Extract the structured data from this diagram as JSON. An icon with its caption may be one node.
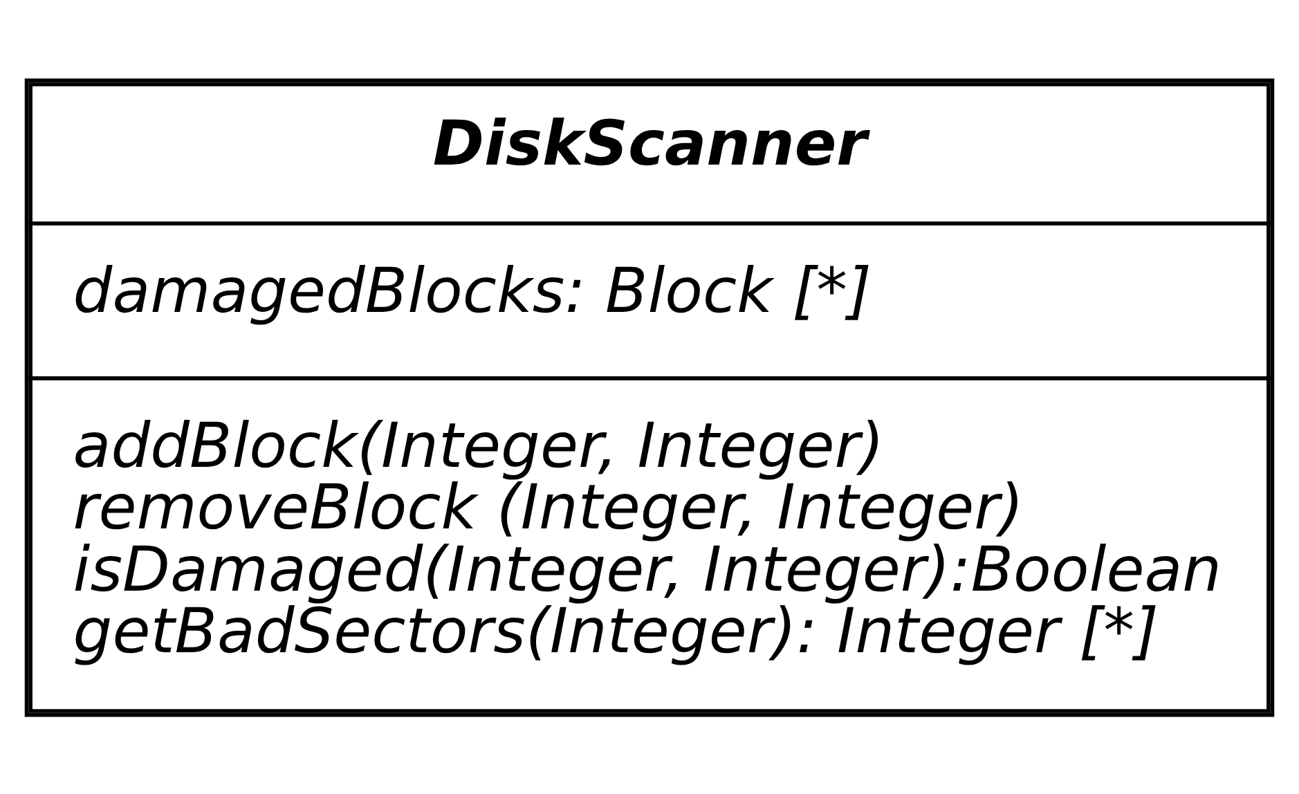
{
  "diagram": {
    "nodes": [
      {
        "text": [
          "DiskScanner",
          "damagedBlocks: Block [*]",
          "addBlock(Integer, Integer)",
          "removeBlock (Integer, Integer)",
          "isDamaged(Integer, Integer):Boolean",
          "getBadSectors(Integer): Integer [*]"
        ]
      }
    ]
  }
}
